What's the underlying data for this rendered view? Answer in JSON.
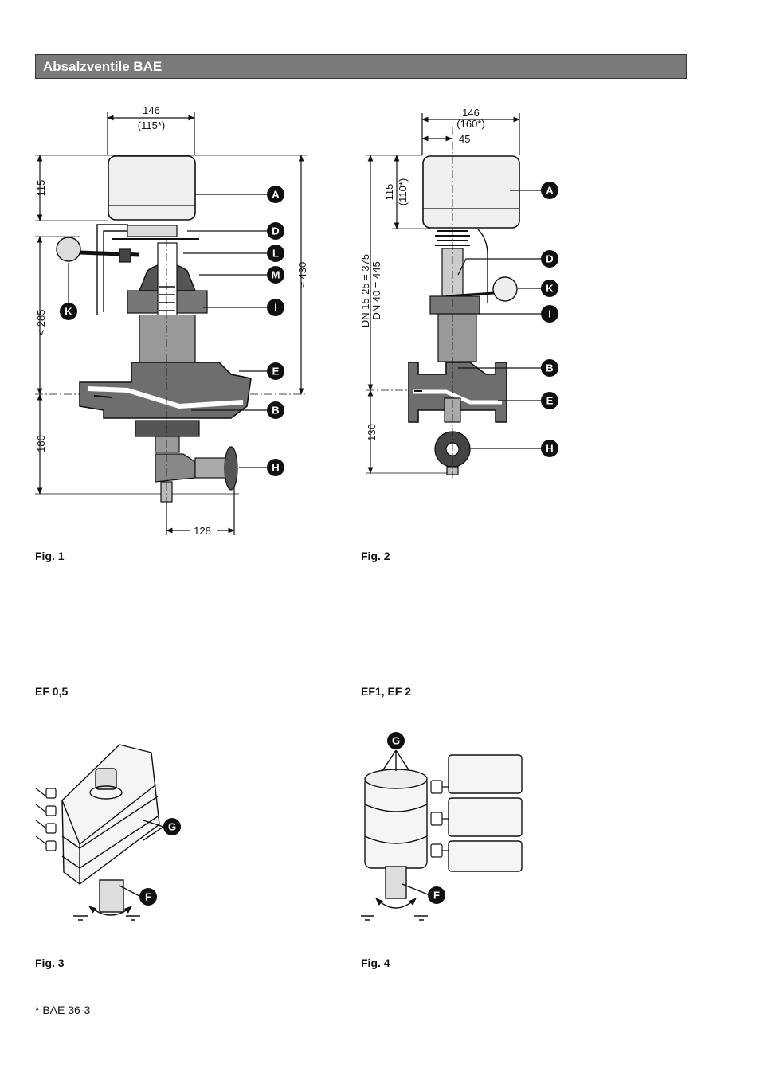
{
  "header": {
    "title": "Absalzventile BAE"
  },
  "figures": {
    "fig1": {
      "label": "Fig. 1",
      "dims": {
        "top": "146",
        "top_alt": "(115*)",
        "upper": "115",
        "mid": "< 285",
        "right": "≈ 430",
        "lower": "180",
        "bottom": "128"
      },
      "callouts": [
        "A",
        "D",
        "L",
        "M",
        "K",
        "I",
        "E",
        "B",
        "H"
      ]
    },
    "fig2": {
      "label": "Fig. 2",
      "dims": {
        "top": "146",
        "top_alt": "(160*)",
        "offset": "45",
        "upper": "115",
        "upper_alt": "(110*)",
        "dn1": "DN 15-25 = 375",
        "dn2": "DN 40 = 445",
        "lower": "130"
      },
      "callouts": [
        "A",
        "D",
        "K",
        "I",
        "B",
        "E",
        "H"
      ]
    },
    "fig3": {
      "caption": "EF 0,5",
      "label": "Fig. 3",
      "callouts": [
        "G",
        "F"
      ]
    },
    "fig4": {
      "caption": "EF1, EF 2",
      "label": "Fig. 4",
      "callouts": [
        "G",
        "F"
      ]
    }
  },
  "footnote": "* BAE 36-3"
}
